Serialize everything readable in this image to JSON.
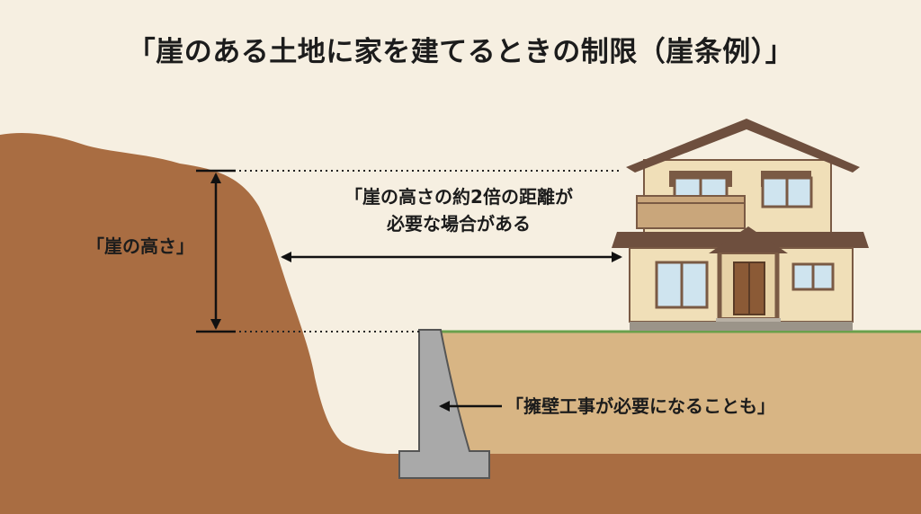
{
  "title": "「崖のある土地に家を建てるときの制限（崖条例）」",
  "labels": {
    "cliff_height": "「崖の高さ」",
    "distance_line1": "「崖の高さの約2倍の距離が",
    "distance_line2": "必要な場合がある",
    "retaining_wall": "「擁壁工事が必要になることも」"
  },
  "colors": {
    "background": "#f6efe1",
    "cliff": "#a96d42",
    "ground": "#d8b584",
    "grass": "#6aa04c",
    "retaining_wall": "#a9a9a9",
    "house_wall": "#f0dfb8",
    "roof": "#6e4f3e"
  },
  "icons": {
    "house": "house-icon",
    "arrows": [
      "double-arrow-vertical",
      "double-arrow-horizontal",
      "arrow-left"
    ]
  }
}
